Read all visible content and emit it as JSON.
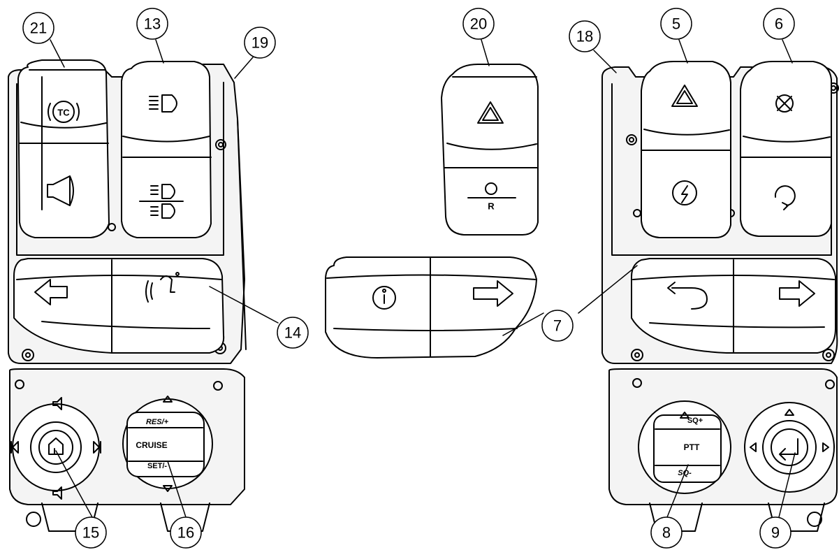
{
  "callouts": {
    "c21": "21",
    "c13": "13",
    "c19": "19",
    "c20": "20",
    "c18": "18",
    "c5": "5",
    "c6": "6",
    "c14": "14",
    "c7": "7",
    "c15": "15",
    "c16": "16",
    "c8": "8",
    "c9": "9"
  },
  "button_labels": {
    "tc": "TC",
    "cruise_up": "RES/+",
    "cruise": "CRUISE",
    "cruise_down": "SET/-",
    "sq_up": "SQ+",
    "ptt": "PTT",
    "sq_down": "SQ-",
    "reverse": "R"
  },
  "icons": [
    "traction-control-icon",
    "horn-icon",
    "headlamp-icon",
    "high-low-beam-icon",
    "hazard-icon",
    "reverse-icon",
    "left-turn-arrow-icon",
    "voice-icon",
    "info-icon",
    "right-turn-arrow-icon",
    "u-turn-icon",
    "engine-stop-icon",
    "start-icon",
    "home-icon",
    "enter-icon",
    "volume-icon",
    "track-skip-icon"
  ],
  "colors": {
    "line": "#000000",
    "fill": "#ffffff",
    "body": "#f4f4f4"
  }
}
